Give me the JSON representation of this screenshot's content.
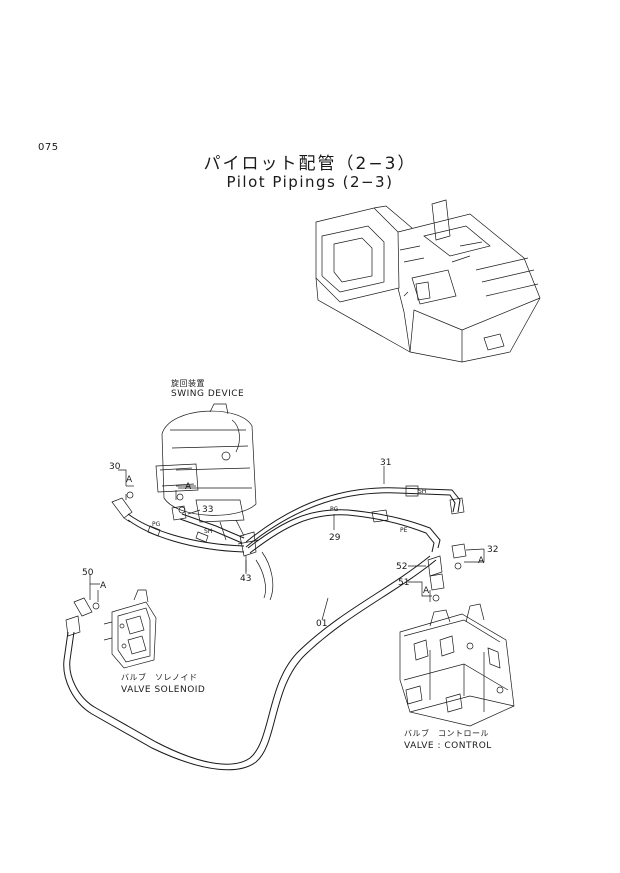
{
  "page": {
    "number": "075"
  },
  "title": {
    "japanese": "パイロット配管（2−3）",
    "english": "Pilot Pipings (2−3)"
  },
  "assemblies": {
    "swing_device": {
      "ja": "旋回装置",
      "en": "SWING DEVICE"
    },
    "valve_solenoid": {
      "ja": "バルブ　ソレノイド",
      "en": "VALVE  SOLENOID"
    },
    "valve_control": {
      "ja": "バルブ　コントロール",
      "en": "VALVE : CONTROL"
    }
  },
  "parts": {
    "p30": "30",
    "p31": "31",
    "p33": "33",
    "p29": "29",
    "p43": "43",
    "p32": "32",
    "p52": "52",
    "p51": "51",
    "p50": "50",
    "p01": "01"
  },
  "hose_tags": {
    "sh1": "SH",
    "pg1": "PG",
    "sh2": "SH",
    "pg2": "PG",
    "pe": "PE"
  },
  "detail_markers": {
    "a1": "A",
    "a2": "A",
    "a3": "A",
    "a4": "A",
    "a5": "A"
  }
}
